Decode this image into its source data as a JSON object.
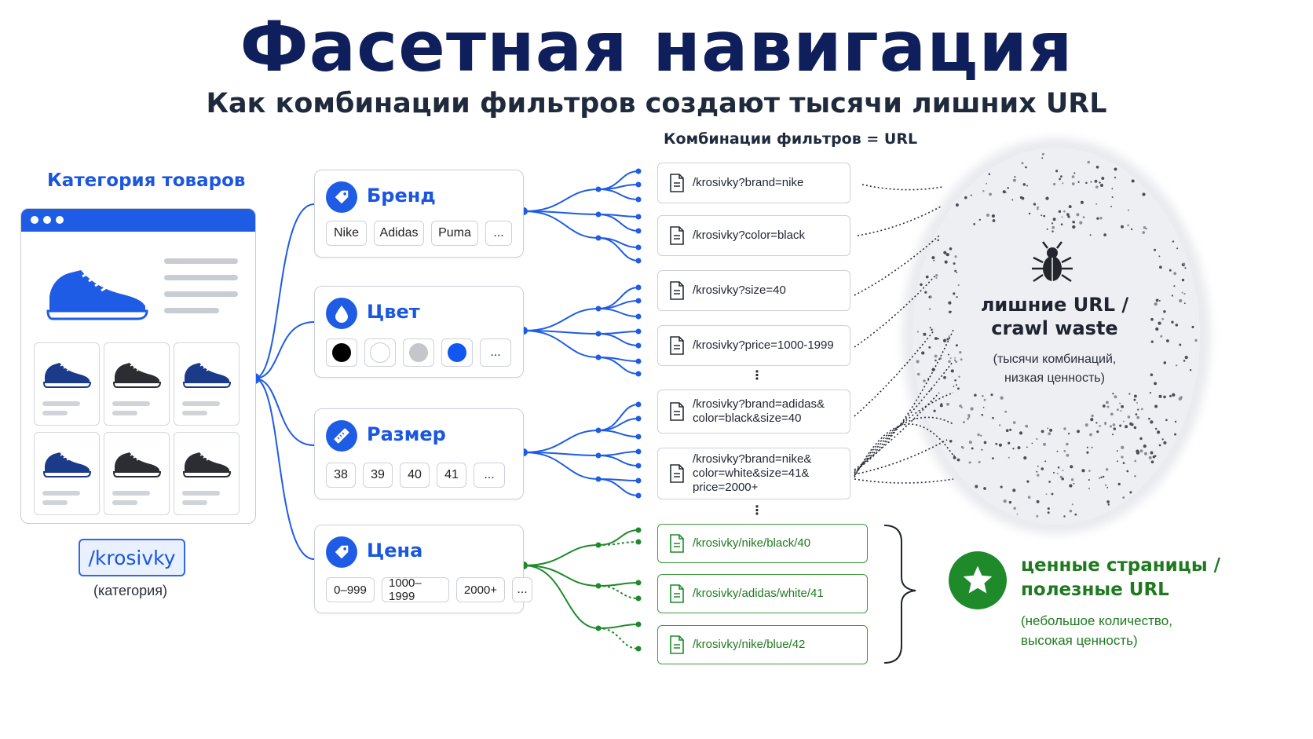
{
  "title": "Фасетная навигация",
  "subtitle": "Как комбинации фильтров создают тысячи лишних URL",
  "category": {
    "heading": "Категория товаров",
    "path": "/krosivky",
    "caption": "(категория)"
  },
  "combos_heading": "Комбинации фильтров = URL",
  "facets": [
    {
      "title": "Бренд",
      "icon": "tag-icon",
      "options": [
        "Nike",
        "Adidas",
        "Puma",
        "..."
      ]
    },
    {
      "title": "Цвет",
      "icon": "drop-icon",
      "options": [
        "black",
        "white",
        "gray",
        "blue",
        "..."
      ],
      "swatch_colors": [
        "#000000",
        "#ffffff",
        "#c4c6cb",
        "#1257f0"
      ]
    },
    {
      "title": "Размер",
      "icon": "ruler-icon",
      "options": [
        "38",
        "39",
        "40",
        "41",
        "..."
      ]
    },
    {
      "title": "Цена",
      "icon": "price-tag-icon",
      "options": [
        "0–999",
        "1000–1999",
        "2000+",
        "..."
      ]
    }
  ],
  "urls_waste": [
    "/krosivky?brand=nike",
    "/krosivky?color=black",
    "/krosivky?size=40",
    "/krosivky?price=1000-1999",
    "/krosivky?brand=adidas&\ncolor=black&size=40",
    "/krosivky?brand=nike&\ncolor=white&size=41&\nprice=2000+"
  ],
  "urls_good": [
    "/krosivky/nike/black/40",
    "/krosivky/adidas/white/41",
    "/krosivky/nike/blue/42"
  ],
  "ellipsis": "⋮",
  "waste": {
    "title": "лишние URL /\ncrawl waste",
    "caption": "(тысячи комбинаций,\nнизкая ценность)",
    "icon": "bug-icon"
  },
  "good": {
    "title": "ценные страницы /\nполезные URL",
    "caption": "(небольшое количество,\nвысокая ценность)",
    "icon": "star-icon"
  },
  "colors": {
    "brand_blue": "#1f5ce5",
    "navy": "#0f1f5c",
    "good_green": "#1f8a2a",
    "cloud_gray": "#ecedf0"
  }
}
